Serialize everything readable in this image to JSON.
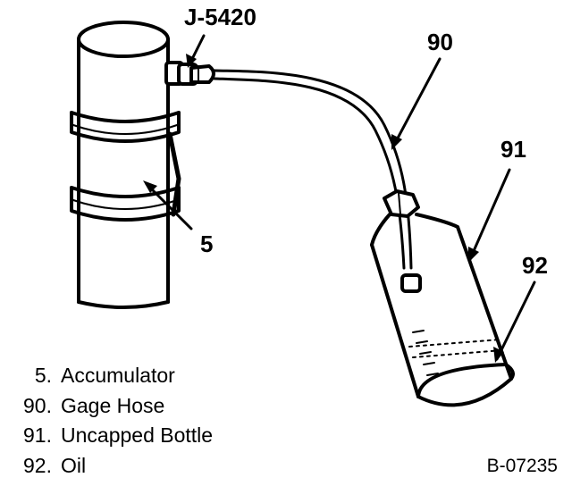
{
  "callouts": {
    "tool": "J-5420",
    "accumulator": "5",
    "gage_hose": "90",
    "bottle": "91",
    "oil": "92"
  },
  "legend": [
    {
      "number": "5.",
      "label": "Accumulator"
    },
    {
      "number": "90.",
      "label": "Gage Hose"
    },
    {
      "number": "91.",
      "label": "Uncapped Bottle"
    },
    {
      "number": "92.",
      "label": "Oil"
    }
  ],
  "figure_code": "B-07235",
  "colors": {
    "ink": "#000000",
    "paper": "#ffffff"
  }
}
